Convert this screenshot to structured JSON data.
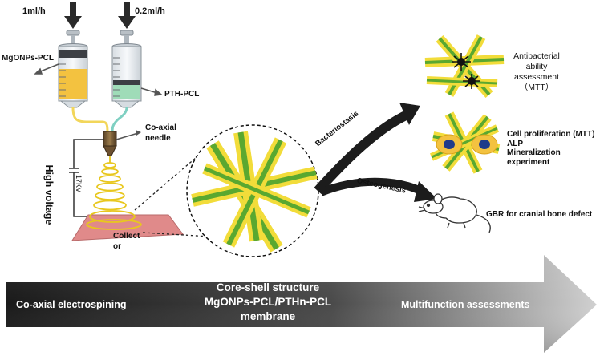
{
  "flow_labels": {
    "flow_left": "1ml/h",
    "flow_right": "0.2ml/h"
  },
  "syringe_labels": {
    "left": "MgONPs-PCL",
    "right": "PTH-PCL"
  },
  "needle_label": "Co-axial needle",
  "voltage": {
    "title": "High voltage",
    "value": "17KV"
  },
  "collector_label": "Collect or",
  "branches": {
    "up": "Bacteriostasis",
    "down": "Osteogenesis"
  },
  "outcomes": {
    "antibacterial": "Antibacterial ability assessment （MTT）",
    "cell_proliferation": "Cell proliferation (MTT)",
    "alp": "ALP",
    "mineralization": "Mineralization experiment",
    "gbr": "GBR for cranial bone defect"
  },
  "process_arrow": {
    "step1": "Co-axial electrospining",
    "step2": "Core-shell structure MgONPs-PCL/PTHn-PCL membrane",
    "step3": "Multifunction assessments"
  },
  "colors": {
    "fiber_core": "#5aa830",
    "fiber_shell": "#f2dc3a",
    "left_solution": "#f3c240",
    "right_solution": "#9fdcb8",
    "collector": "#e08a8a",
    "arrow_dark": "#1c1c1c"
  }
}
